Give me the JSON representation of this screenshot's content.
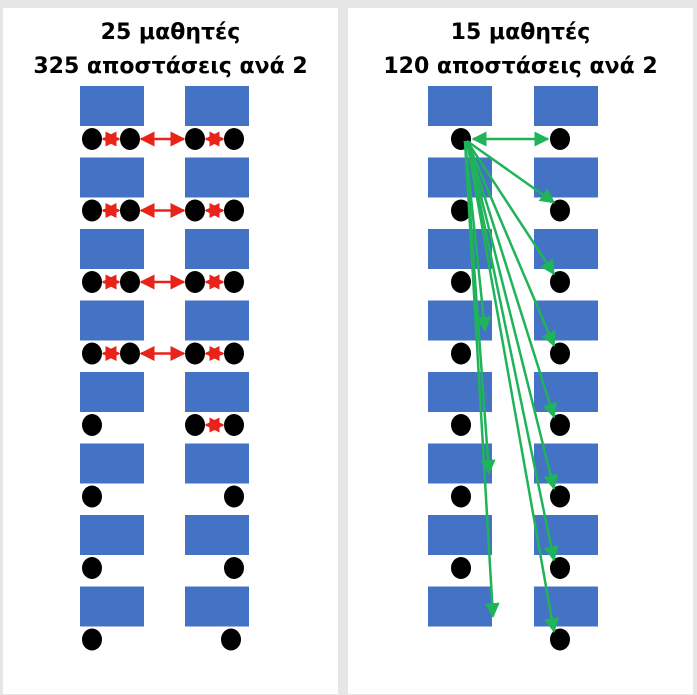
{
  "panels": [
    {
      "title_line1": "25 μαθητές",
      "title_line2": "325 αποστάσεις ανά 2"
    },
    {
      "title_line1": "15 μαθητές",
      "title_line2": "120 αποστάσεις ανά 2"
    }
  ],
  "colors": {
    "desk": "#4472C4",
    "student": "#000000",
    "arrow_left": "#E8231A",
    "arrow_right": "#1FB35A"
  }
}
